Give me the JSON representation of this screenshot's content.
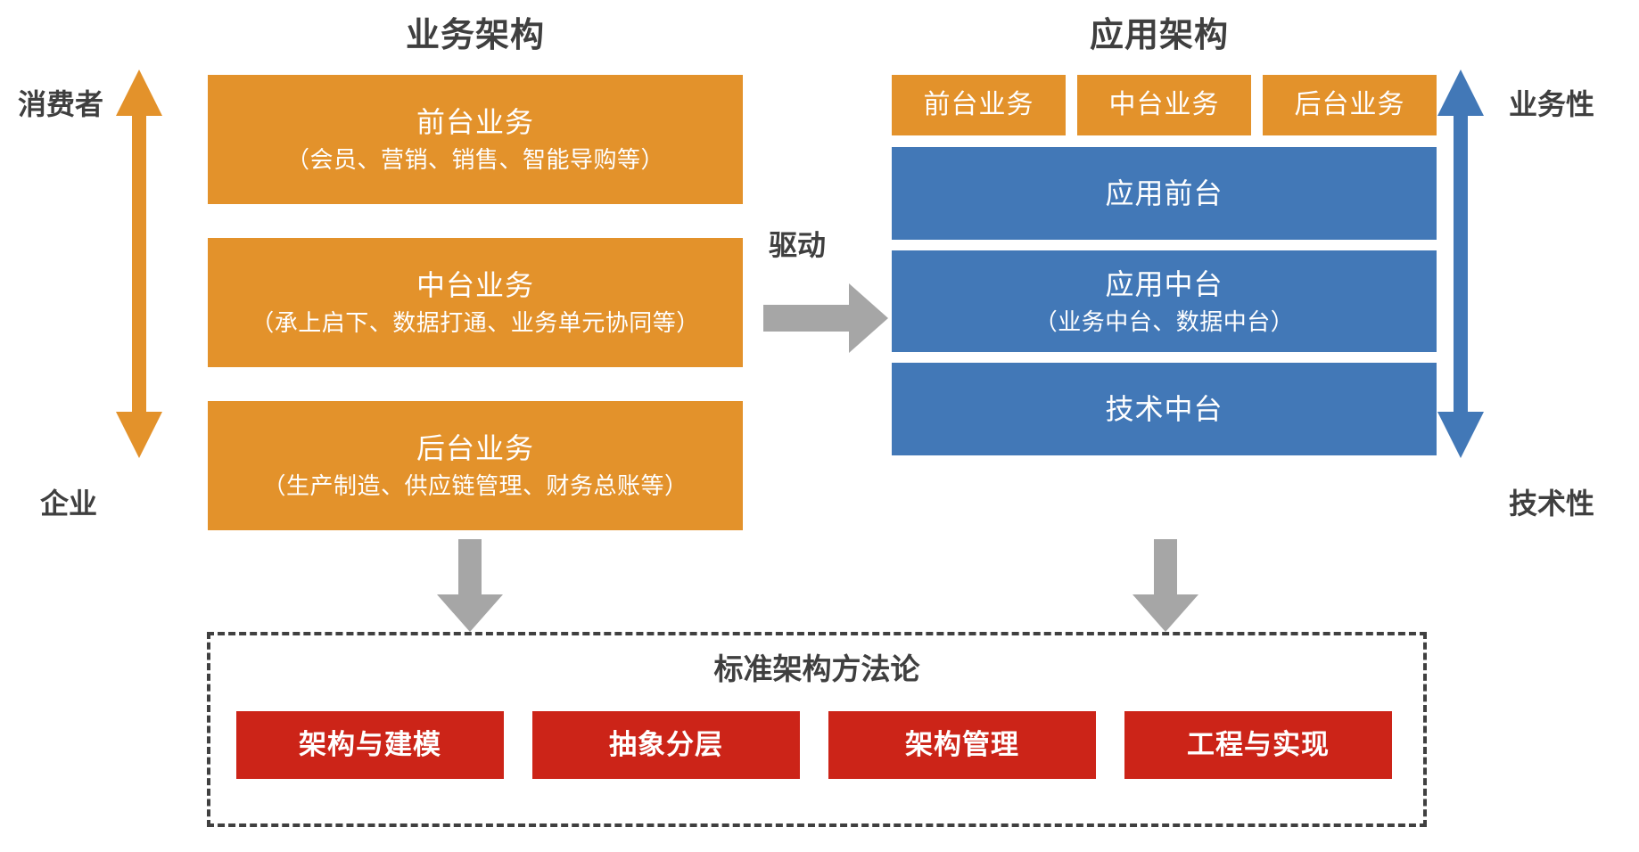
{
  "colors": {
    "orange": "#E3922B",
    "blue": "#4278B7",
    "red": "#CC2418",
    "gray_arrow": "#A6A6A6",
    "text_dark": "#3F3F3F"
  },
  "titles": {
    "business": "业务架构",
    "application": "应用架构"
  },
  "axes": {
    "left": {
      "top_label": "消费者",
      "bottom_label": "企业",
      "color": "#E3922B"
    },
    "right": {
      "top_label": "业务性",
      "bottom_label": "技术性",
      "color": "#4278B7"
    }
  },
  "business_layers": [
    {
      "title": "前台业务",
      "detail": "（会员、营销、销售、智能导购等）"
    },
    {
      "title": "中台业务",
      "detail": "（承上启下、数据打通、业务单元协同等）"
    },
    {
      "title": "后台业务",
      "detail": "（生产制造、供应链管理、财务总账等）"
    }
  ],
  "connector": {
    "label": "驱动",
    "icon": "right-arrow-icon"
  },
  "application_tabs": [
    {
      "title": "前台业务"
    },
    {
      "title": "中台业务"
    },
    {
      "title": "后台业务"
    }
  ],
  "application_layers": [
    {
      "title": "应用前台",
      "detail": ""
    },
    {
      "title": "应用中台",
      "detail": "（业务中台、数据中台）"
    },
    {
      "title": "技术中台",
      "detail": ""
    }
  ],
  "methodology": {
    "title": "标准架构方法论",
    "pillars": [
      {
        "label": "架构与建模"
      },
      {
        "label": "抽象分层"
      },
      {
        "label": "架构管理"
      },
      {
        "label": "工程与实现"
      }
    ]
  }
}
